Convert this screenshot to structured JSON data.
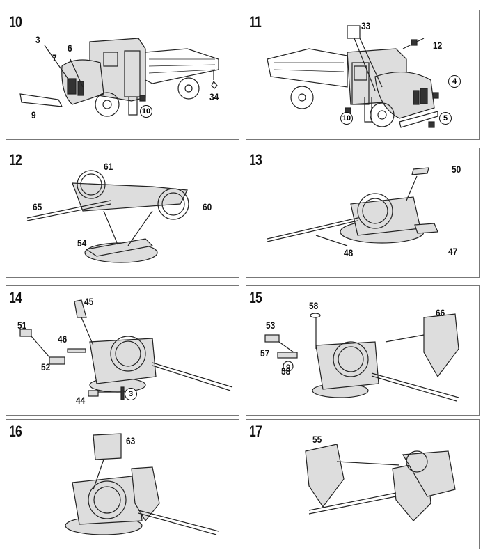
{
  "steps": [
    {
      "number": "10",
      "parts": [
        "3",
        "7",
        "6",
        "9",
        "34"
      ],
      "circled": [
        "10"
      ]
    },
    {
      "number": "11",
      "parts": [
        "33",
        "12"
      ],
      "circled": [
        "4",
        "5",
        "10"
      ]
    },
    {
      "number": "12",
      "parts": [
        "61",
        "65",
        "60",
        "54"
      ]
    },
    {
      "number": "13",
      "parts": [
        "50",
        "48",
        "47"
      ]
    },
    {
      "number": "14",
      "parts": [
        "45",
        "51",
        "46",
        "52",
        "44"
      ],
      "circled": [
        "3"
      ]
    },
    {
      "number": "15",
      "parts": [
        "58",
        "66",
        "53",
        "57",
        "58"
      ]
    },
    {
      "number": "16",
      "parts": [
        "63"
      ]
    },
    {
      "number": "17",
      "parts": [
        "55"
      ]
    }
  ]
}
